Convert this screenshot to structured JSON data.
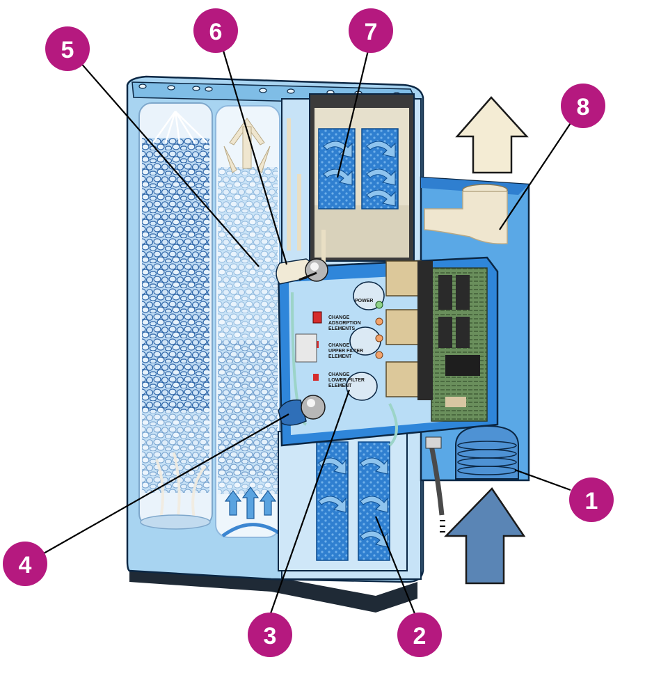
{
  "callouts": [
    {
      "label": "1"
    },
    {
      "label": "2"
    },
    {
      "label": "3"
    },
    {
      "label": "4"
    },
    {
      "label": "5"
    },
    {
      "label": "6"
    },
    {
      "label": "7"
    },
    {
      "label": "8"
    }
  ],
  "control_panel": {
    "power": "POWER",
    "absorption_1": "CHANGE",
    "absorption_2": "ADSORPTION",
    "absorption_3": "ELEMENTS",
    "upper_1": "CHANGE",
    "upper_2": "UPPER FILTER",
    "upper_3": "ELEMENT",
    "lower_1": "CHANGE",
    "lower_2": "LOWER FILTER",
    "lower_3": "ELEMENT"
  },
  "colors": {
    "badge": "#b5197f",
    "housing": "#9fd0ef",
    "housing_dark": "#3d8ed3",
    "outlet_arrow": "#f4ecd4",
    "inlet_arrow": "#5a85b5",
    "leader": "#000000"
  }
}
